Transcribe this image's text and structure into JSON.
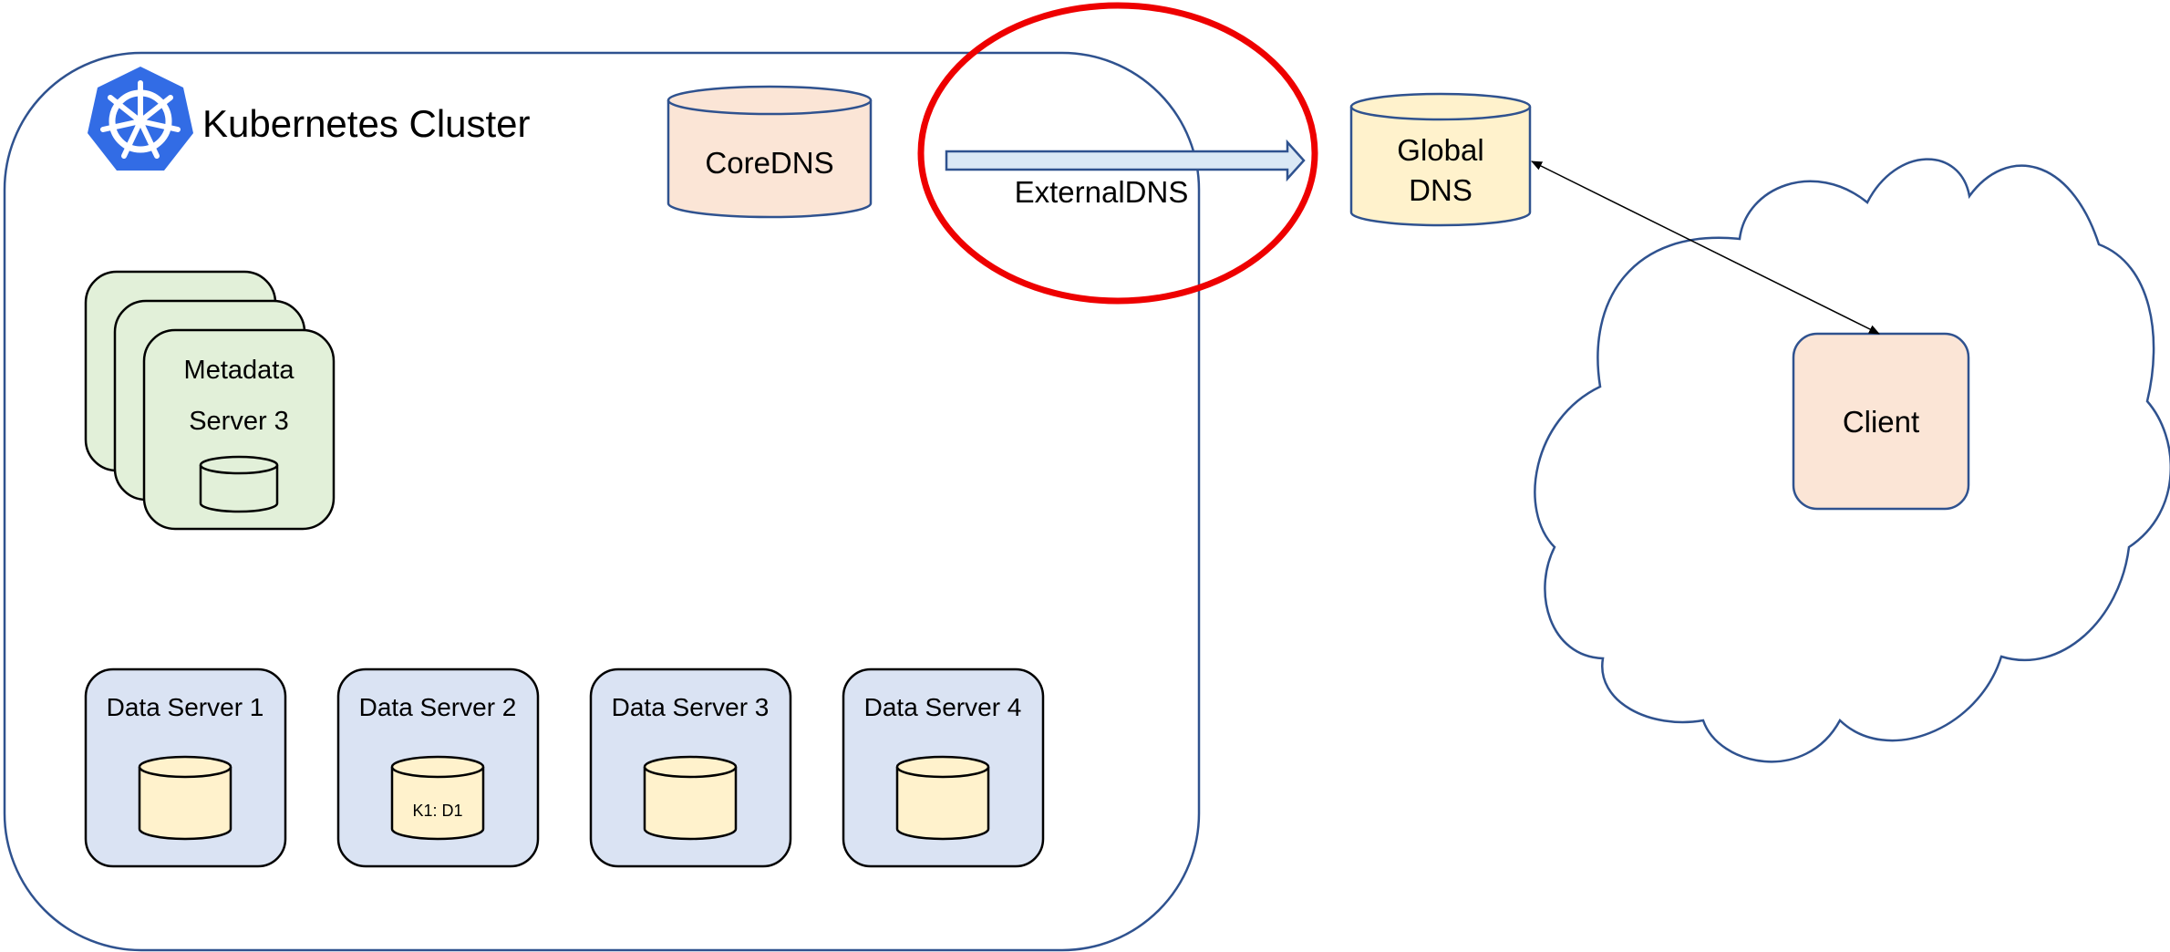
{
  "cluster": {
    "title": "Kubernetes Cluster",
    "border_color": "#2F528F"
  },
  "core_dns": {
    "label": "CoreDNS",
    "fill": "#FBE5D6"
  },
  "external_dns": {
    "label": "ExternalDNS",
    "arrow_fill": "#DAE8F5"
  },
  "global_dns": {
    "line1": "Global",
    "line2": "DNS",
    "fill": "#FFF2CC"
  },
  "metadata_server": {
    "line1": "Metadata",
    "line2": "Server 3",
    "fill": "#E2F0D9"
  },
  "data_servers": [
    {
      "label": "Data Server 1",
      "db_label": ""
    },
    {
      "label": "Data Server 2",
      "db_label": "K1: D1"
    },
    {
      "label": "Data Server 3",
      "db_label": ""
    },
    {
      "label": "Data Server 4",
      "db_label": ""
    }
  ],
  "data_server_style": {
    "fill": "#DAE3F3",
    "db_fill": "#FFF2CC"
  },
  "client": {
    "label": "Client",
    "fill": "#FBE5D6"
  },
  "highlight": {
    "color": "#EE0000"
  },
  "k8s_logo": {
    "icon": "kubernetes-helm-icon",
    "color": "#326CE5"
  }
}
